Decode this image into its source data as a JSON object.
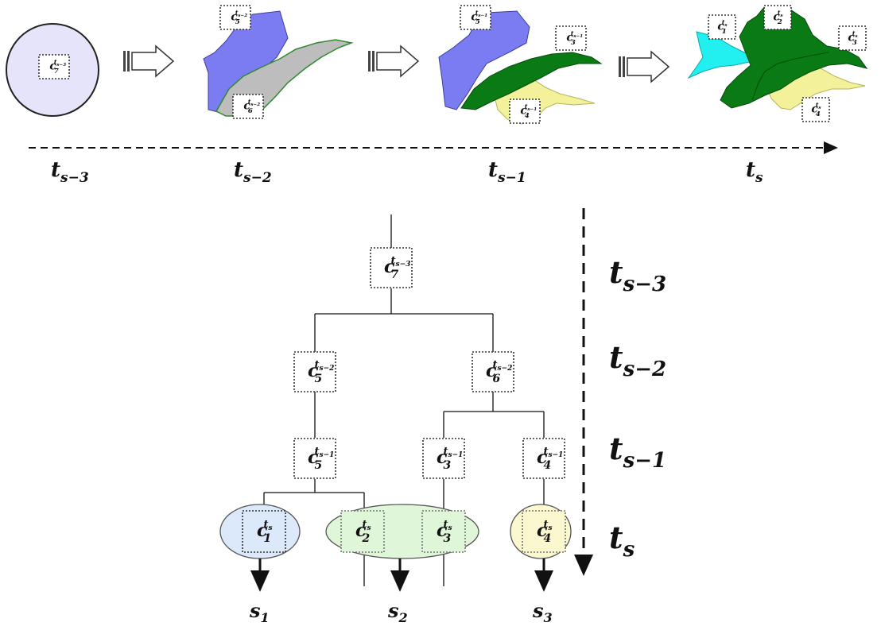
{
  "timeline": {
    "stages": [
      {
        "base": "t",
        "sub": "s−3"
      },
      {
        "base": "t",
        "sub": "s−2"
      },
      {
        "base": "t",
        "sub": "s−1"
      },
      {
        "base": "t",
        "sub": "s"
      }
    ]
  },
  "top_panels": {
    "panel1": {
      "clusters": [
        {
          "var": "c",
          "idx": "7",
          "sup": "t",
          "supsub": "s−3"
        }
      ]
    },
    "panel2": {
      "clusters": [
        {
          "var": "c",
          "idx": "5",
          "sup": "t",
          "supsub": "s−2"
        },
        {
          "var": "c",
          "idx": "6",
          "sup": "t",
          "supsub": "s−2"
        }
      ]
    },
    "panel3": {
      "clusters": [
        {
          "var": "c",
          "idx": "5",
          "sup": "t",
          "supsub": "s−1"
        },
        {
          "var": "c",
          "idx": "3",
          "sup": "t",
          "supsub": "s−1"
        },
        {
          "var": "c",
          "idx": "4",
          "sup": "t",
          "supsub": "s−1"
        }
      ]
    },
    "panel4": {
      "clusters": [
        {
          "var": "c",
          "idx": "1",
          "sup": "t",
          "supsub": "s"
        },
        {
          "var": "c",
          "idx": "2",
          "sup": "t",
          "supsub": "s"
        },
        {
          "var": "c",
          "idx": "3",
          "sup": "t",
          "supsub": "s"
        },
        {
          "var": "c",
          "idx": "4",
          "sup": "t",
          "supsub": "s"
        }
      ]
    }
  },
  "tree": {
    "nodes": {
      "c7": {
        "var": "c",
        "idx": "7",
        "sup": "t",
        "supsub": "s−3"
      },
      "c5a": {
        "var": "c",
        "idx": "5",
        "sup": "t",
        "supsub": "s−2"
      },
      "c6": {
        "var": "c",
        "idx": "6",
        "sup": "t",
        "supsub": "s−2"
      },
      "c5b": {
        "var": "c",
        "idx": "5",
        "sup": "t",
        "supsub": "s−1"
      },
      "c3a": {
        "var": "c",
        "idx": "3",
        "sup": "t",
        "supsub": "s−1"
      },
      "c4a": {
        "var": "c",
        "idx": "4",
        "sup": "t",
        "supsub": "s−1"
      },
      "c1": {
        "var": "c",
        "idx": "1",
        "sup": "t",
        "supsub": "s"
      },
      "c2": {
        "var": "c",
        "idx": "2",
        "sup": "t",
        "supsub": "s"
      },
      "c3": {
        "var": "c",
        "idx": "3",
        "sup": "t",
        "supsub": "s"
      },
      "c4": {
        "var": "c",
        "idx": "4",
        "sup": "t",
        "supsub": "s"
      }
    },
    "outputs": [
      {
        "var": "s",
        "idx": "1"
      },
      {
        "var": "s",
        "idx": "2"
      },
      {
        "var": "s",
        "idx": "3"
      }
    ],
    "levels": [
      {
        "base": "t",
        "sub": "s−3"
      },
      {
        "base": "t",
        "sub": "s−2"
      },
      {
        "base": "t",
        "sub": "s−1"
      },
      {
        "base": "t",
        "sub": "s"
      }
    ]
  },
  "colors": {
    "circle_fill": "#e6e4fa",
    "blue_region": "#7b7cf2",
    "gray_region": "#bdbdbd",
    "green_region": "#0a7a14",
    "yellow_region": "#f3f19a",
    "cyan_region": "#22f0f0",
    "ellipse_blue": "#dbe9fb",
    "ellipse_green": "#dff7d8",
    "ellipse_yellow": "#fbf7cf"
  }
}
